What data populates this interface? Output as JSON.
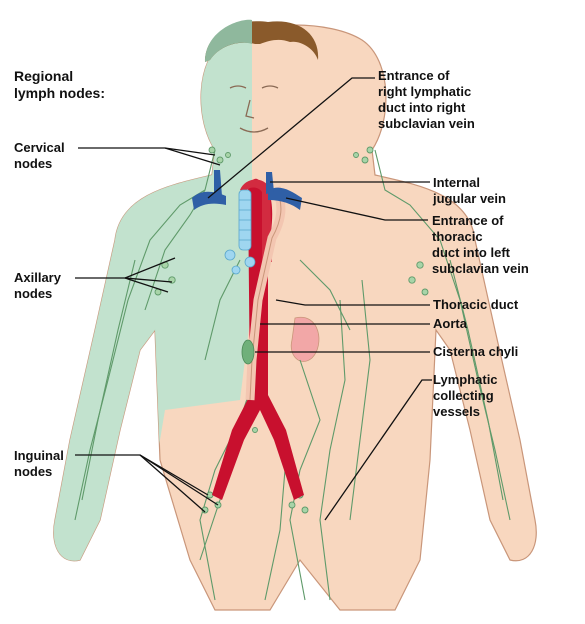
{
  "heading": "Regional\nlymph nodes:",
  "labels": {
    "cervical": "Cervical\nnodes",
    "axillary": "Axillary\nnodes",
    "inguinal": "Inguinal\nnodes",
    "right_lymphatic": "Entrance of\nright lymphatic\nduct into right\nsubclavian vein",
    "internal_jugular": "Internal\njugular vein",
    "thoracic_entrance": "Entrance of\nthoracic\nduct into left\nsubclavian vein",
    "thoracic_duct": "Thoracic duct",
    "aorta": "Aorta",
    "cisterna": "Cisterna chyli",
    "collecting": "Lymphatic\ncollecting\nvessels"
  },
  "colors": {
    "skin": "#f8d7bf",
    "skin_outline": "#c9967a",
    "lymph_region": "#bfe3cf",
    "lymph_vessel": "#5f9a6a",
    "aorta": "#c8102e",
    "vein": "#2f5fa6",
    "hair": "#8a5a2b",
    "organ": "#f2a7a7"
  }
}
